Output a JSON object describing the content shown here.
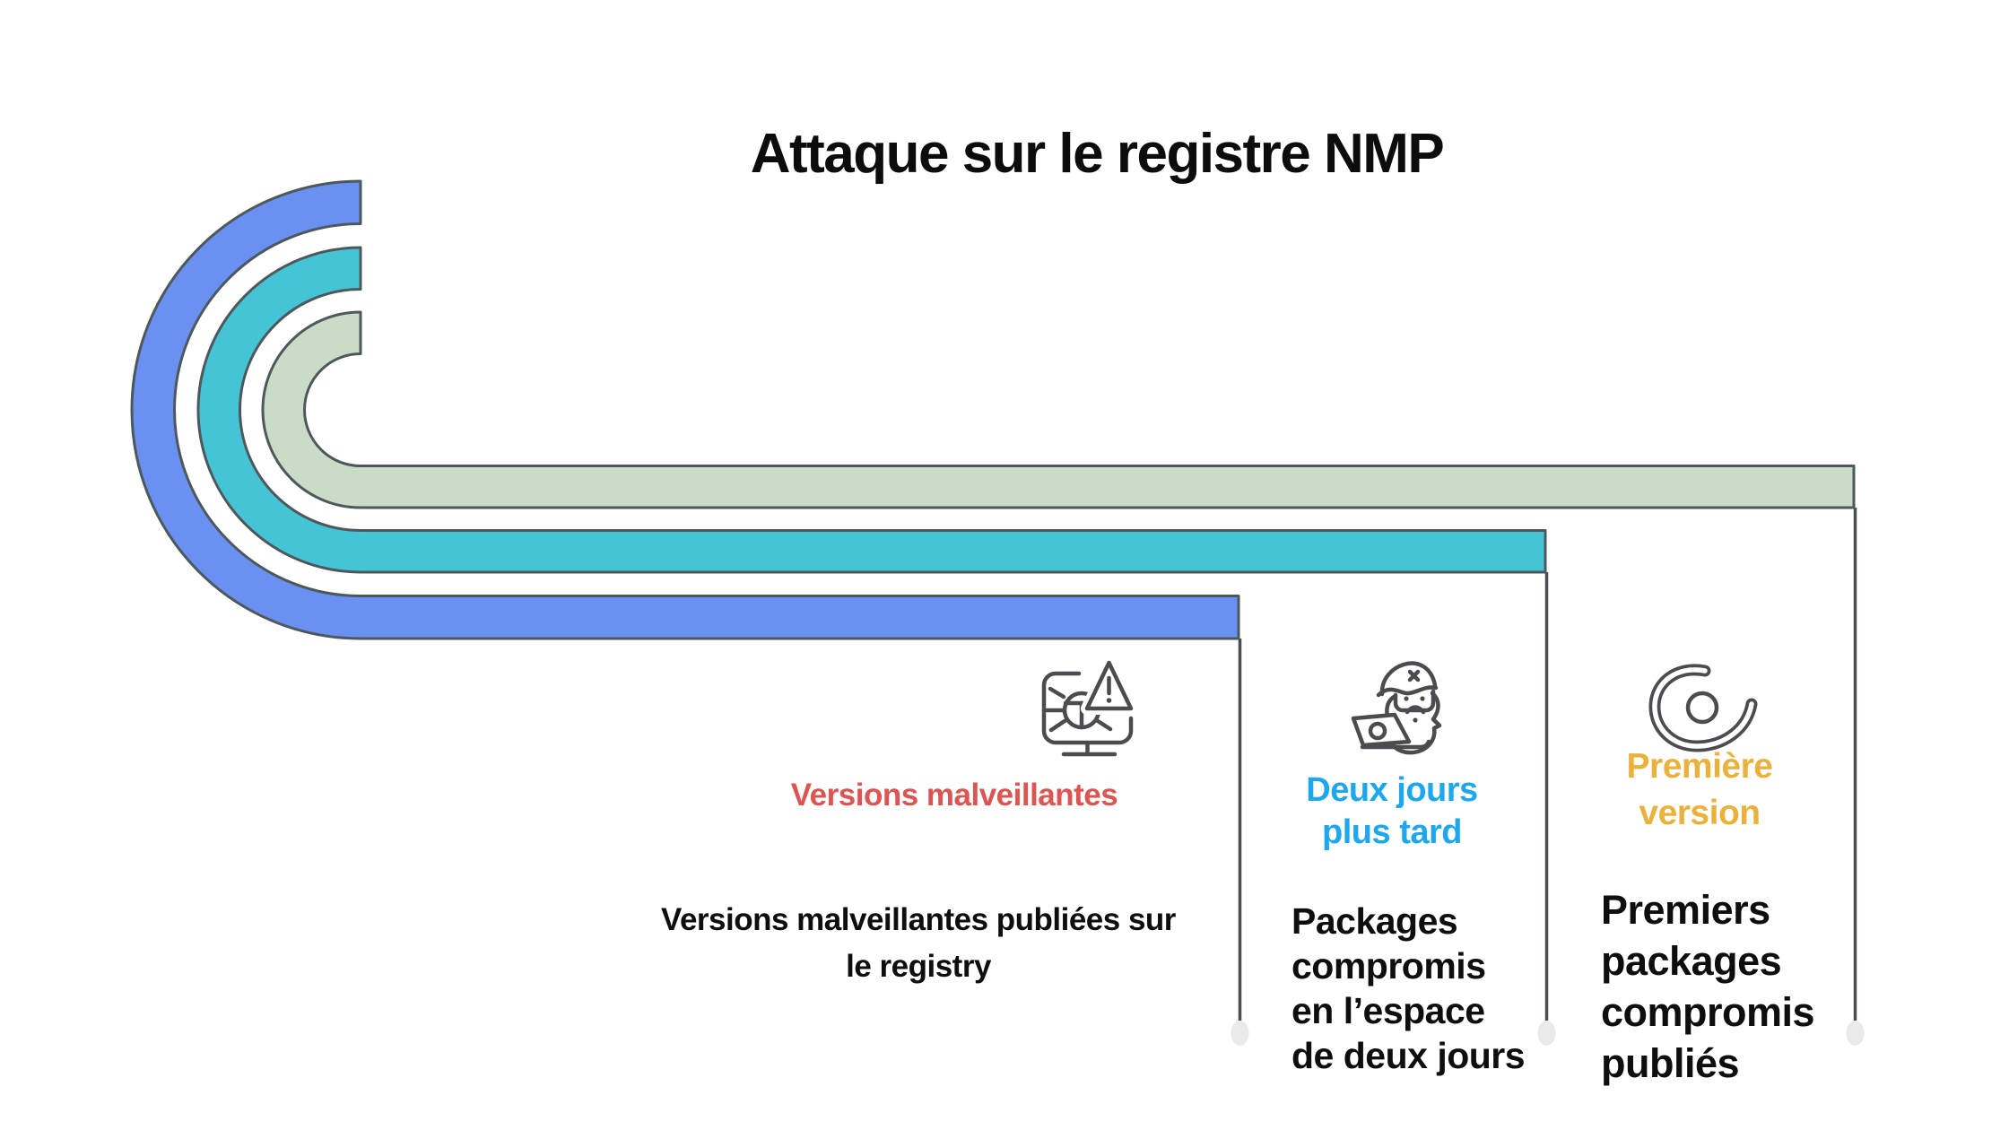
{
  "title": "Attaque sur le registre NMP",
  "timeline": {
    "shape": "three nested J-hook bands ending at staggered milestones",
    "bands": [
      {
        "name": "outer-band",
        "color": "#6a90f2",
        "milestone": "Versions malveillantes"
      },
      {
        "name": "middle-band",
        "color": "#45c4d6",
        "milestone": "Deux jours plus tard"
      },
      {
        "name": "inner-band",
        "color": "#cadcc8",
        "milestone": "Première version"
      }
    ],
    "outline_color": "#4d585c",
    "connector_color": "#474f54"
  },
  "milestones": [
    {
      "icon": "malware-monitor-alert-icon",
      "label": "Versions malveillantes",
      "label_color": "#dc5553",
      "description": "Versions malveillantes publiées sur le registry",
      "description_lines": [
        "Versions malveillantes publiées sur",
        "le registry"
      ]
    },
    {
      "icon": "pirate-laptop-icon",
      "label": "Deux jours plus tard",
      "label_color": "#1ea7ee",
      "label_lines": [
        "Deux jours",
        "plus tard"
      ],
      "description": "Packages compromis en l’espace de deux jours",
      "description_lines": [
        "Packages",
        "compromis",
        "en l’espace",
        "de deux jours"
      ]
    },
    {
      "icon": "first-version-swoosh-icon",
      "label": "Première version",
      "label_color": "#eab23d",
      "label_lines": [
        "Première",
        "version"
      ],
      "description": "Premiers packages compromis publiés",
      "description_lines": [
        "Premiers",
        "packages",
        "compromis",
        "publiés"
      ]
    }
  ]
}
